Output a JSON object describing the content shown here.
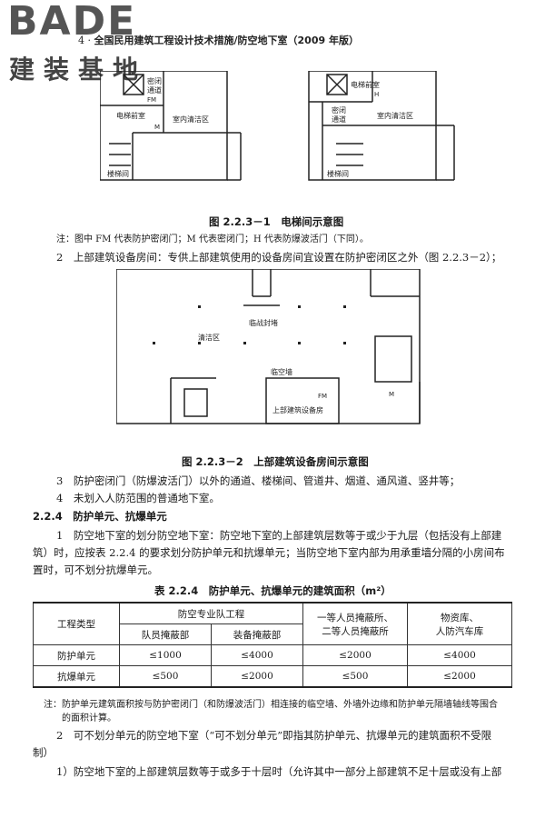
{
  "logo": {
    "brand": "BADE",
    "cn": "建装基地"
  },
  "header": {
    "page_no": "4",
    "title": "全国民用建筑工程设计技术措施/防空地下室（2009 年版）"
  },
  "fig1": {
    "caption": "图 2.2.3－1　电梯间示意图",
    "labels": {
      "left_door": "密闭",
      "left_door2": "通道",
      "left_fm": "FM",
      "left_qian": "电梯前室",
      "left_area": "室内清洁区",
      "left_stair": "楼梯间",
      "right_qian": "电梯前室",
      "right_door": "密闭",
      "right_door2": "通道",
      "right_area": "室内清洁区",
      "right_stair": "楼梯间",
      "m": "M",
      "h": "H"
    }
  },
  "note1": "注：图中 FM 代表防护密闭门；M 代表密闭门；H 代表防爆波活门（下同）。",
  "item2": "2　上部建筑设备房间：专供上部建筑使用的设备房间宜设置在防护密闭区之外（图 2.2.3－2）；",
  "fig2": {
    "caption": "图 2.2.3－2　上部建筑设备房间示意图",
    "labels": {
      "wall": "临战封堵",
      "clean": "清洁区",
      "temp": "临空墙",
      "room": "上部建筑设备房",
      "fm": "FM",
      "m": "M"
    }
  },
  "item3": "3　防护密闭门（防爆波活门）以外的通道、楼梯间、管道井、烟道、通风道、竖井等；",
  "item4": "4　未划入人防范围的普通地下室。",
  "section": {
    "num": "2.2.4",
    "title": "防护单元、抗爆单元"
  },
  "para1": "1　防空地下室的划分防空地下室：防空地下室的上部建筑层数等于或少于九层（包括没有上部建",
  "para1b": "筑）时，应按表 2.2.4 的要求划分防护单元和抗爆单元；当防空地下室内部为用承重墙分隔的小房间布",
  "para1c": "置时，可不划分抗爆单元。",
  "table": {
    "caption": "表 2.2.4　防护单元、抗爆单元的建筑面积（m²）",
    "h_type": "工程类型",
    "h_group": "防空专业队工程",
    "h_sub1": "队员掩蔽部",
    "h_sub2": "装备掩蔽部",
    "h_c3a": "一等人员掩蔽所、",
    "h_c3b": "二等人员掩蔽所",
    "h_c4a": "物资库、",
    "h_c4b": "人防汽车库",
    "rows": [
      {
        "name": "防护单元",
        "v": [
          "≤1000",
          "≤4000",
          "≤2000",
          "≤4000"
        ]
      },
      {
        "name": "抗爆单元",
        "v": [
          "≤500",
          "≤2000",
          "≤500",
          "≤2000"
        ]
      }
    ]
  },
  "note2a": "注：防护单元建筑面积按与防护密闭门（和防爆波活门）相连接的临空墙、外墙外边缘和防护单元隔墙轴线等围合",
  "note2b": "　　的面积计算。",
  "para2": "2　可不划分单元的防空地下室（“可不划分单元”即指其防护单元、抗爆单元的建筑面积不受限",
  "para2b": "制）",
  "para3": "1）防空地下室的上部建筑层数等于或多于十层时（允许其中一部分上部建筑不足十层或没有上部"
}
